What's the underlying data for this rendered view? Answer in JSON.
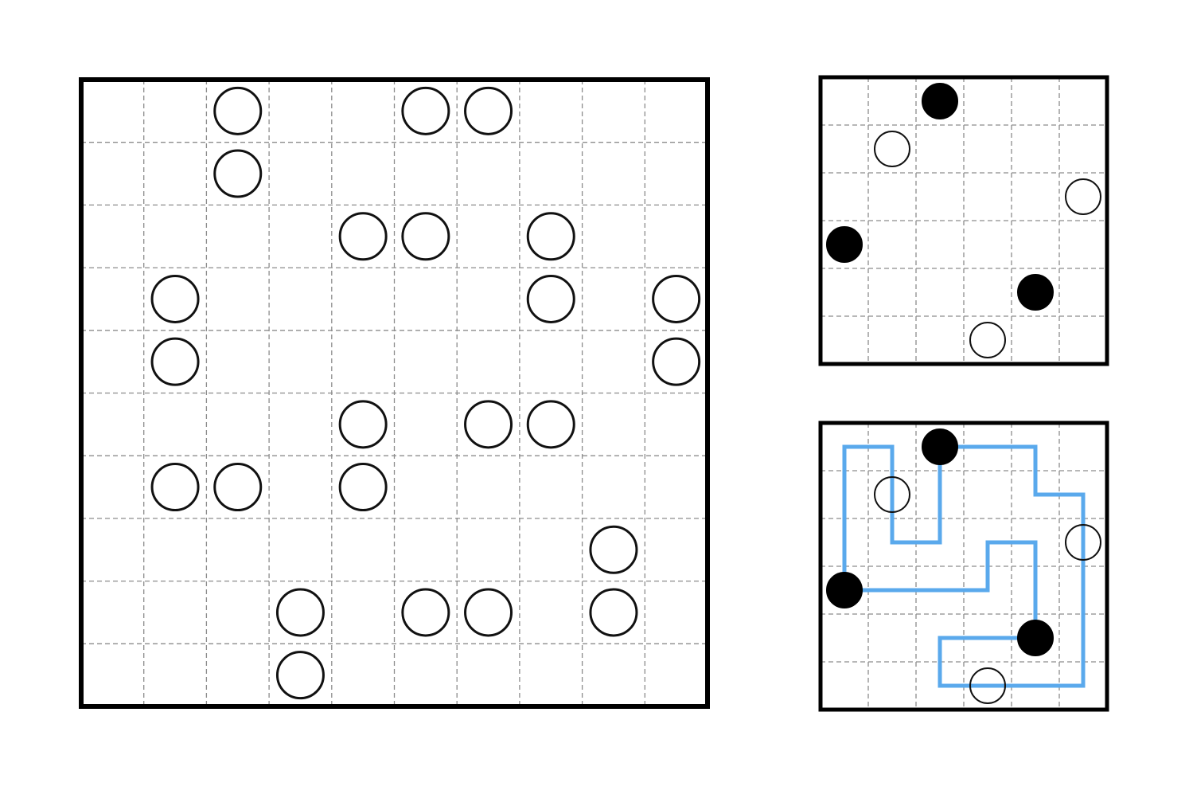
{
  "puzzle_type": "Masyu",
  "colors": {
    "frame": "#000000",
    "grid_dash": "#8c8c8c",
    "circle_stroke": "#111111",
    "white_fill": "#ffffff",
    "black_fill": "#000000",
    "solution_line": "#5aa9ec"
  },
  "main_puzzle": {
    "rows": 10,
    "cols": 10,
    "white_circles": [
      [
        0,
        2
      ],
      [
        0,
        5
      ],
      [
        0,
        6
      ],
      [
        1,
        2
      ],
      [
        2,
        4
      ],
      [
        2,
        5
      ],
      [
        2,
        7
      ],
      [
        3,
        1
      ],
      [
        3,
        7
      ],
      [
        3,
        9
      ],
      [
        4,
        1
      ],
      [
        4,
        9
      ],
      [
        5,
        4
      ],
      [
        5,
        6
      ],
      [
        5,
        7
      ],
      [
        6,
        1
      ],
      [
        6,
        2
      ],
      [
        6,
        4
      ],
      [
        7,
        8
      ],
      [
        8,
        3
      ],
      [
        8,
        5
      ],
      [
        8,
        6
      ],
      [
        8,
        8
      ],
      [
        9,
        3
      ]
    ],
    "black_circles": []
  },
  "example_puzzle": {
    "rows": 6,
    "cols": 6,
    "white_circles": [
      [
        1,
        1
      ],
      [
        2,
        5
      ],
      [
        5,
        3
      ]
    ],
    "black_circles": [
      [
        0,
        2
      ],
      [
        3,
        0
      ],
      [
        4,
        4
      ]
    ]
  },
  "example_solution": {
    "rows": 6,
    "cols": 6,
    "white_circles": [
      [
        1,
        1
      ],
      [
        2,
        5
      ],
      [
        5,
        3
      ]
    ],
    "black_circles": [
      [
        0,
        2
      ],
      [
        3,
        0
      ],
      [
        4,
        4
      ]
    ],
    "loop_path": [
      [
        0,
        0
      ],
      [
        0,
        1
      ],
      [
        2,
        1
      ],
      [
        2,
        2
      ],
      [
        0,
        2
      ],
      [
        0,
        4
      ],
      [
        1,
        4
      ],
      [
        1,
        5
      ],
      [
        5,
        5
      ],
      [
        5,
        2
      ],
      [
        4,
        2
      ],
      [
        4,
        4
      ],
      [
        2,
        4
      ],
      [
        2,
        3
      ],
      [
        3,
        3
      ],
      [
        3,
        0
      ],
      [
        0,
        0
      ]
    ]
  }
}
